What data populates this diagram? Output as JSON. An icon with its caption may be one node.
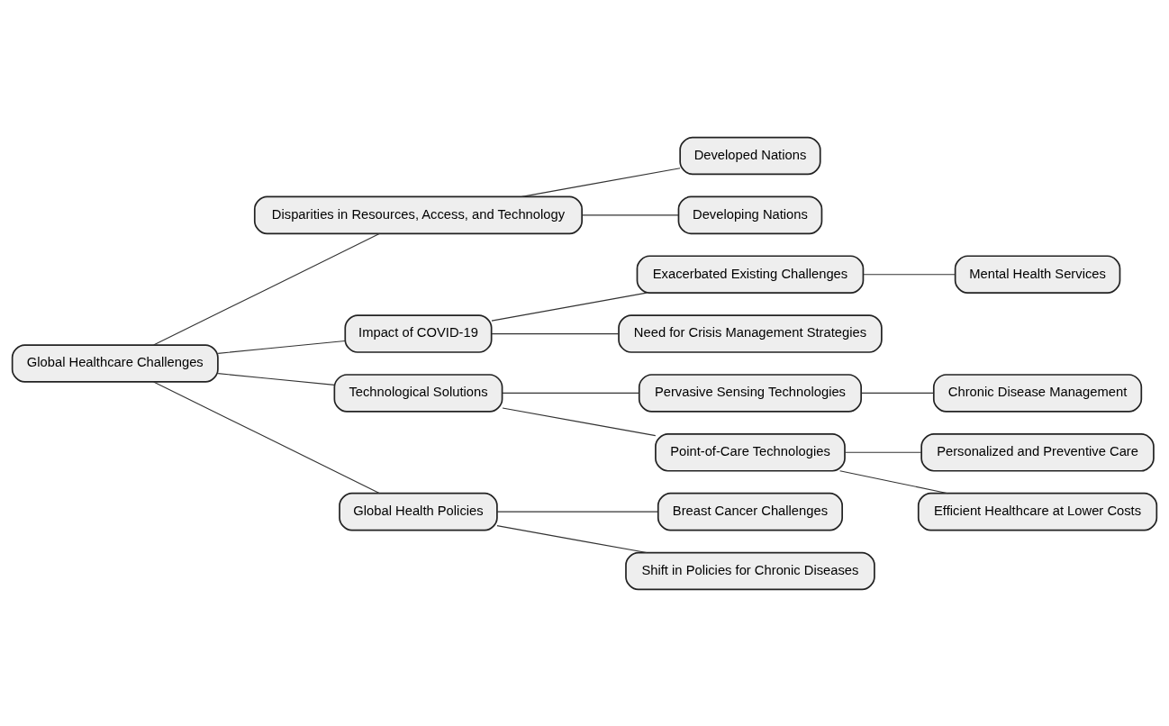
{
  "diagram": {
    "nodes": [
      {
        "text": [
          "Global Healthcare Challenges"
        ]
      },
      {
        "text": [
          "Disparities in Resources, Access, and Technology"
        ]
      },
      {
        "text": [
          "Developed Nations"
        ]
      },
      {
        "text": [
          "Developing Nations"
        ]
      },
      {
        "text": [
          "Impact of COVID-19"
        ]
      },
      {
        "text": [
          "Exacerbated Existing Challenges"
        ]
      },
      {
        "text": [
          "Mental Health Services"
        ]
      },
      {
        "text": [
          "Need for Crisis Management Strategies"
        ]
      },
      {
        "text": [
          "Technological Solutions"
        ]
      },
      {
        "text": [
          "Pervasive Sensing Technologies"
        ]
      },
      {
        "text": [
          "Chronic Disease Management"
        ]
      },
      {
        "text": [
          "Point-of-Care Technologies"
        ]
      },
      {
        "text": [
          "Personalized and Preventive Care"
        ]
      },
      {
        "text": [
          "Efficient Healthcare at Lower Costs"
        ]
      },
      {
        "text": [
          "Global Health Policies"
        ]
      },
      {
        "text": [
          "Breast Cancer Challenges"
        ]
      },
      {
        "text": [
          "Shift in Policies for Chronic Diseases"
        ]
      }
    ],
    "edges": [
      {
        "from": 0,
        "to": 1,
        "arrow": "none"
      },
      {
        "from": 1,
        "to": 2,
        "arrow": "none"
      },
      {
        "from": 1,
        "to": 3,
        "arrow": "none"
      },
      {
        "from": 0,
        "to": 4,
        "arrow": "none"
      },
      {
        "from": 4,
        "to": 5,
        "arrow": "none"
      },
      {
        "from": 5,
        "to": 6,
        "arrow": "none"
      },
      {
        "from": 4,
        "to": 7,
        "arrow": "none"
      },
      {
        "from": 0,
        "to": 8,
        "arrow": "none"
      },
      {
        "from": 8,
        "to": 9,
        "arrow": "none"
      },
      {
        "from": 9,
        "to": 10,
        "arrow": "none"
      },
      {
        "from": 8,
        "to": 11,
        "arrow": "none"
      },
      {
        "from": 11,
        "to": 12,
        "arrow": "none"
      },
      {
        "from": 11,
        "to": 13,
        "arrow": "none"
      },
      {
        "from": 0,
        "to": 14,
        "arrow": "none"
      },
      {
        "from": 14,
        "to": 15,
        "arrow": "none"
      },
      {
        "from": 14,
        "to": 16,
        "arrow": "none"
      }
    ]
  }
}
